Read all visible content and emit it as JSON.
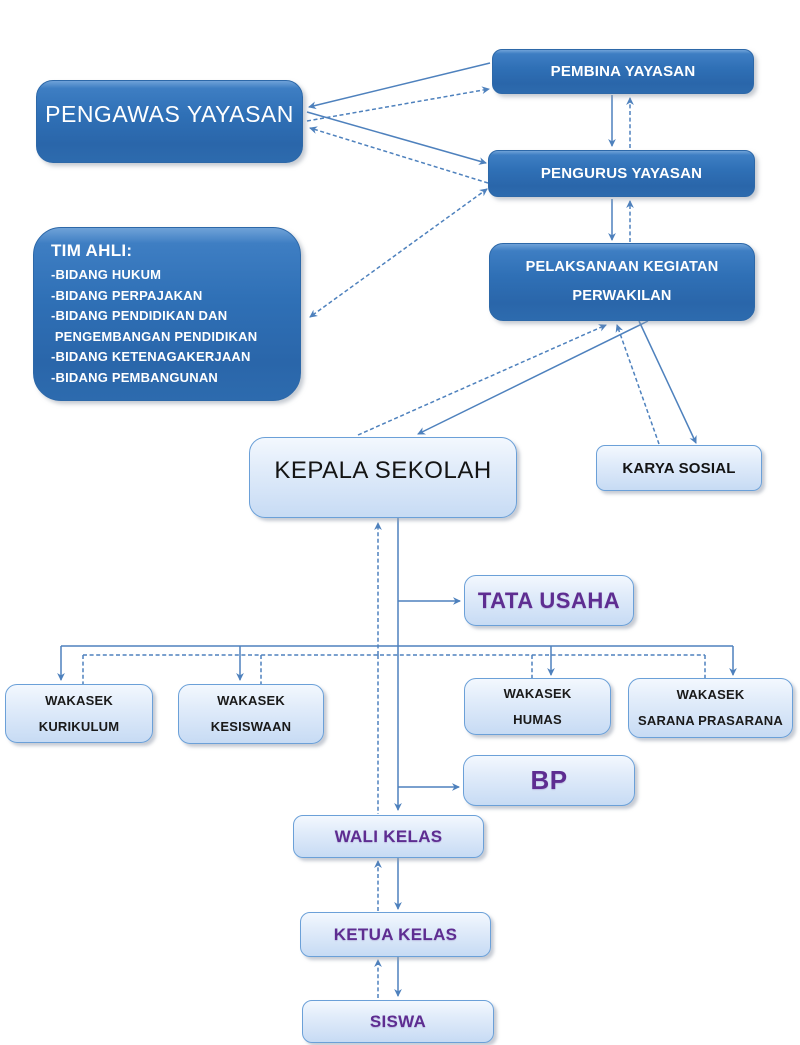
{
  "diagram": {
    "nodes": {
      "pembina": {
        "label": "PEMBINA YAYASAN"
      },
      "pengawas": {
        "label": "PENGAWAS YAYASAN"
      },
      "pengurus": {
        "label": "PENGURUS YAYASAN"
      },
      "tim_ahli": {
        "title": "TIM AHLI:",
        "items": [
          "-BIDANG HUKUM",
          "-BIDANG PERPAJAKAN",
          "-BIDANG PENDIDIKAN DAN",
          " PENGEMBANGAN PENDIDIKAN",
          "-BIDANG KETENAGAKERJAAN",
          "-BIDANG PEMBANGUNAN"
        ]
      },
      "pelaksanaan": {
        "lines": [
          "PELAKSANAAN KEGIATAN",
          "PERWAKILAN"
        ]
      },
      "kepala_sekolah": {
        "label": "KEPALA SEKOLAH"
      },
      "karya_sosial": {
        "label": "KARYA SOSIAL"
      },
      "tata_usaha": {
        "label": "TATA USAHA"
      },
      "wakasek_kurikulum": {
        "lines": [
          "WAKASEK",
          "KURIKULUM"
        ]
      },
      "wakasek_kesiswaan": {
        "lines": [
          "WAKASEK",
          "KESISWAAN"
        ]
      },
      "wakasek_humas": {
        "lines": [
          "WAKASEK",
          "HUMAS"
        ]
      },
      "wakasek_sarana": {
        "lines": [
          "WAKASEK",
          "SARANA PRASARANA"
        ]
      },
      "bp": {
        "label": "BP"
      },
      "wali_kelas": {
        "label": "WALI KELAS"
      },
      "ketua_kelas": {
        "label": "KETUA KELAS"
      },
      "siswa": {
        "label": "SISWA"
      }
    },
    "edges": [
      {
        "from": "pembina",
        "to": "pengawas",
        "style": "solid"
      },
      {
        "from": "pengawas",
        "to": "pembina",
        "style": "dashed"
      },
      {
        "from": "pembina",
        "to": "pengurus",
        "style": "solid"
      },
      {
        "from": "pengurus",
        "to": "pembina",
        "style": "dashed"
      },
      {
        "from": "pengawas",
        "to": "pengurus",
        "style": "solid"
      },
      {
        "from": "pengurus",
        "to": "pengawas",
        "style": "dashed"
      },
      {
        "from": "pengurus",
        "to": "tim_ahli",
        "style": "dashed",
        "bidirectional": true
      },
      {
        "from": "pengurus",
        "to": "pelaksanaan",
        "style": "solid"
      },
      {
        "from": "pelaksanaan",
        "to": "pengurus",
        "style": "dashed"
      },
      {
        "from": "pelaksanaan",
        "to": "kepala_sekolah",
        "style": "solid"
      },
      {
        "from": "kepala_sekolah",
        "to": "pelaksanaan",
        "style": "dashed"
      },
      {
        "from": "pelaksanaan",
        "to": "karya_sosial",
        "style": "solid"
      },
      {
        "from": "karya_sosial",
        "to": "pelaksanaan",
        "style": "dashed"
      },
      {
        "from": "kepala_sekolah",
        "to": "tata_usaha",
        "style": "solid"
      },
      {
        "from": "kepala_sekolah",
        "to": "wakasek_kurikulum",
        "style": "solid"
      },
      {
        "from": "kepala_sekolah",
        "to": "wakasek_kesiswaan",
        "style": "solid"
      },
      {
        "from": "kepala_sekolah",
        "to": "wakasek_humas",
        "style": "solid"
      },
      {
        "from": "kepala_sekolah",
        "to": "wakasek_sarana",
        "style": "solid"
      },
      {
        "from": "wakasek_kurikulum",
        "to": "kepala_sekolah",
        "style": "dashed"
      },
      {
        "from": "wakasek_kesiswaan",
        "to": "kepala_sekolah",
        "style": "dashed"
      },
      {
        "from": "wakasek_humas",
        "to": "kepala_sekolah",
        "style": "dashed"
      },
      {
        "from": "wakasek_sarana",
        "to": "kepala_sekolah",
        "style": "dashed"
      },
      {
        "from": "kepala_sekolah",
        "to": "bp",
        "style": "solid"
      },
      {
        "from": "kepala_sekolah",
        "to": "wali_kelas",
        "style": "solid"
      },
      {
        "from": "wali_kelas",
        "to": "kepala_sekolah",
        "style": "dashed"
      },
      {
        "from": "wali_kelas",
        "to": "ketua_kelas",
        "style": "solid"
      },
      {
        "from": "ketua_kelas",
        "to": "wali_kelas",
        "style": "dashed"
      },
      {
        "from": "ketua_kelas",
        "to": "siswa",
        "style": "solid"
      },
      {
        "from": "siswa",
        "to": "ketua_kelas",
        "style": "dashed"
      }
    ],
    "colors": {
      "dark_box": "#2E6FB4",
      "light_box_fill": "#D9E7F8",
      "light_box_border": "#6BA0D8",
      "connector": "#4E81BD",
      "purple_text": "#5E2D91",
      "white_text": "#FFFFFF",
      "black_text": "#1A1A1A"
    }
  }
}
